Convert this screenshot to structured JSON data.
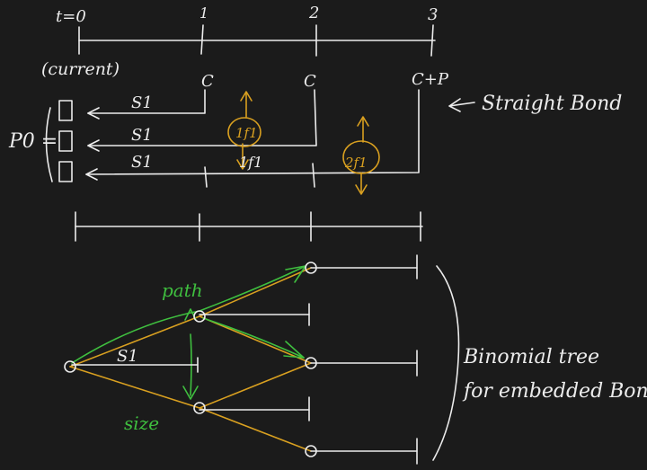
{
  "timeline": {
    "t0": "t=0",
    "t1": "1",
    "t2": "2",
    "t3": "3",
    "current": "(current)"
  },
  "cashflows": {
    "c1": "C",
    "c2": "C",
    "c3": "C+P"
  },
  "rates": {
    "s1": "S1",
    "f1": "1f1",
    "f1b": "1f1",
    "f2": "2f1"
  },
  "annotations": {
    "p0": "P0 =",
    "straight_bond": "Straight Bond",
    "path": "path",
    "size": "size",
    "binomial_tree": "Binomial tree",
    "embedded_bond": "for embedded Bond"
  },
  "colors": {
    "background": "#1b1b1b",
    "ink": "#ececec",
    "forward": "#d9a020",
    "path": "#3fbf3f"
  }
}
